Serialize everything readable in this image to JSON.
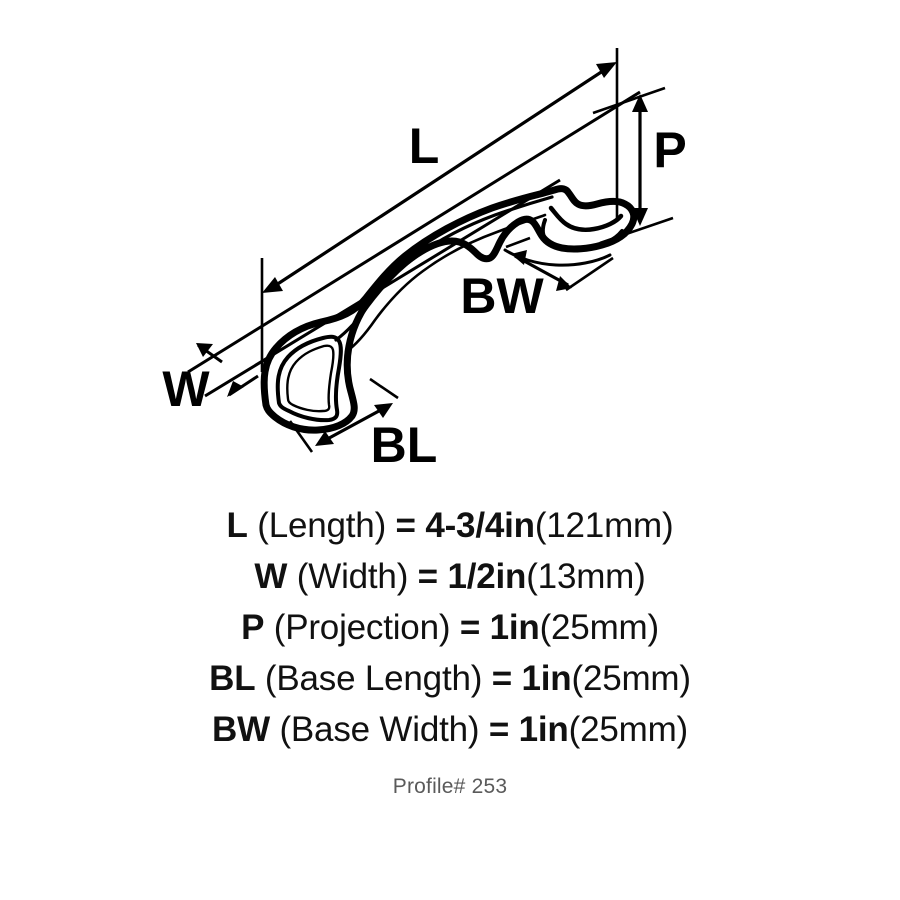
{
  "drawing": {
    "title": "cabinet-pull-dimension-drawing",
    "labels": {
      "length": "L",
      "width": "W",
      "projection": "P",
      "base_length": "BL",
      "base_width": "BW"
    },
    "line_color": "#000000",
    "background_color": "#ffffff"
  },
  "spec": {
    "lines": [
      {
        "abbr": "L",
        "name": " (Length)",
        "eq": " = ",
        "value": "4-3/4in",
        "metric": "(121mm)"
      },
      {
        "abbr": "W",
        "name": " (Width)",
        "eq": " = ",
        "value": "1/2in",
        "metric": "(13mm)"
      },
      {
        "abbr": "P",
        "name": " (Projection)",
        "eq": " = ",
        "value": "1in",
        "metric": "(25mm)"
      },
      {
        "abbr": "BL",
        "name": " (Base Length)",
        "eq": " = ",
        "value": "1in",
        "metric": "(25mm)"
      },
      {
        "abbr": "BW",
        "name": " (Base Width)",
        "eq": " = ",
        "value": "1in",
        "metric": "(25mm)"
      }
    ],
    "profile": "Profile# 253"
  }
}
